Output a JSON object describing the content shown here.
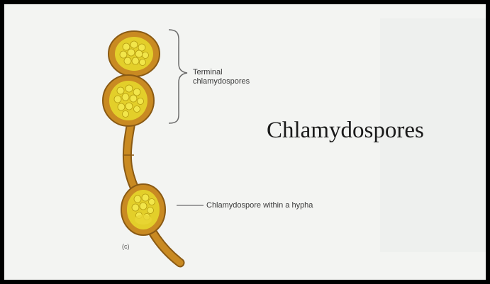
{
  "title": "Chlamydospores",
  "labels": {
    "terminal_line1": "Terminal",
    "terminal_line2": "chlamydospores",
    "within_hypha": "Chlamydospore within a hypha",
    "panel": "(c)"
  },
  "colors": {
    "border": "#000000",
    "background": "#f3f4f2",
    "hypha": "#c98a22",
    "hypha_outline": "#8a5a14",
    "spore_fill": "#e3cf2a",
    "spore_granule": "#f2e64a"
  }
}
